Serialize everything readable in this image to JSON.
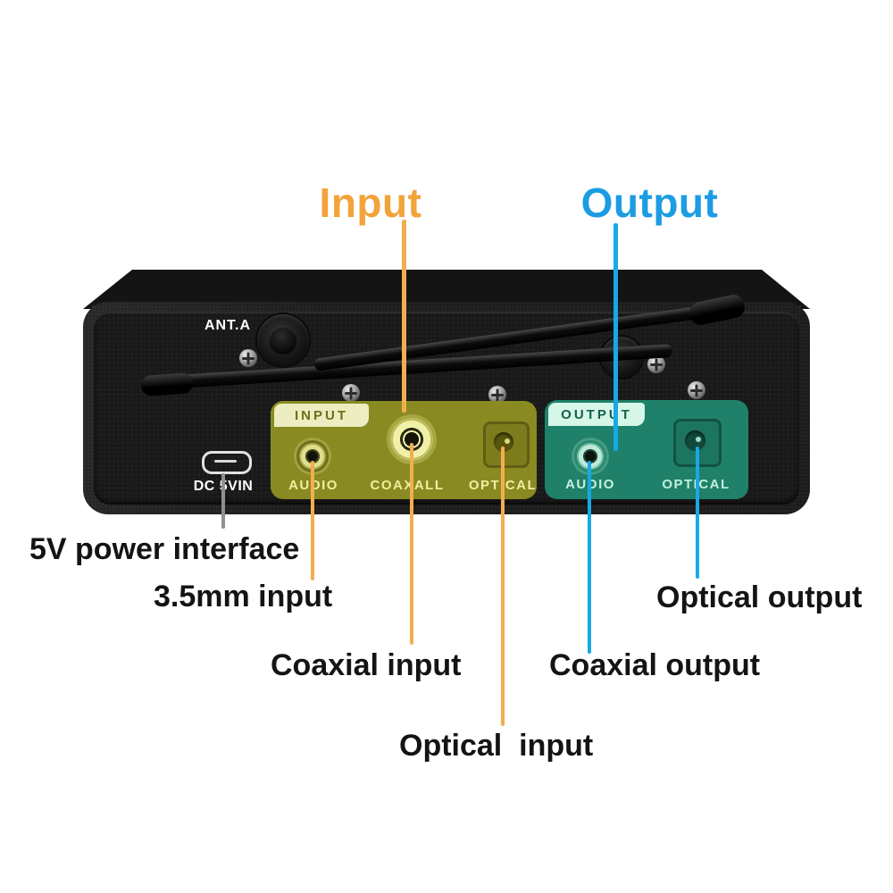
{
  "labels": {
    "input": "Input",
    "output": "Output"
  },
  "colors": {
    "input_accent": "#F2A33A",
    "output_accent": "#1B9CE3",
    "line_orange": "#F3AE50",
    "line_blue": "#1AA7E8",
    "line_gray": "#909090",
    "device_text": "#FFFFFF",
    "input_panel": "#8A8A22",
    "input_tab_bg": "#ECEDC0",
    "input_tab_text": "#6F6F1A",
    "input_port_text": "#EFEFA0",
    "output_panel": "#1F8169",
    "output_tab_bg": "#D6F6E8",
    "output_tab_text": "#15604E",
    "output_port_text": "#C4F0E0",
    "callout_text": "#141414"
  },
  "device": {
    "antenna_label": "ANT.A",
    "power_port_label": "DC 5VIN",
    "input_panel": {
      "tab_label": "INPUT",
      "ports": [
        {
          "label": "AUDIO"
        },
        {
          "label": "COAXALL"
        },
        {
          "label": "OPTICAL"
        }
      ]
    },
    "output_panel": {
      "tab_label": "OUTPUT",
      "ports": [
        {
          "label": "AUDIO"
        },
        {
          "label": "OPTICAL"
        }
      ]
    }
  },
  "callouts": {
    "power": "5V power interface",
    "aux_in": "3.5mm input",
    "coax_in": "Coaxial input",
    "optical_in": "Optical  input",
    "coax_out": "Coaxial output",
    "optical_out": "Optical output"
  }
}
